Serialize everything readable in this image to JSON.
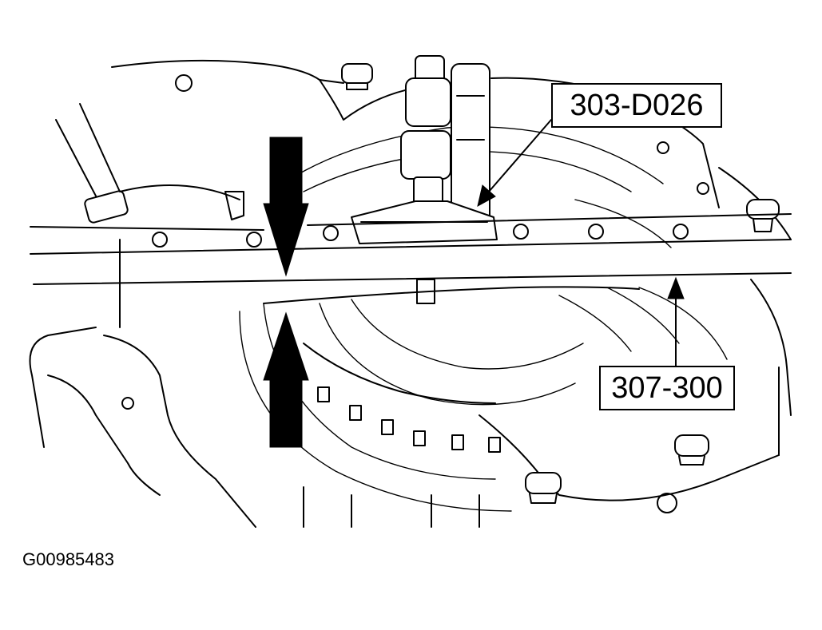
{
  "callouts": {
    "tool_upper": "303-D026",
    "tool_lower": "307-300"
  },
  "figure_id": "G00985483",
  "icons": {
    "measurement_arrows": "down-arrow / up-arrow pair indicating gap measurement",
    "leader_arrows": "arrow-icon"
  },
  "colors": {
    "line": "#000000",
    "background": "#ffffff"
  }
}
